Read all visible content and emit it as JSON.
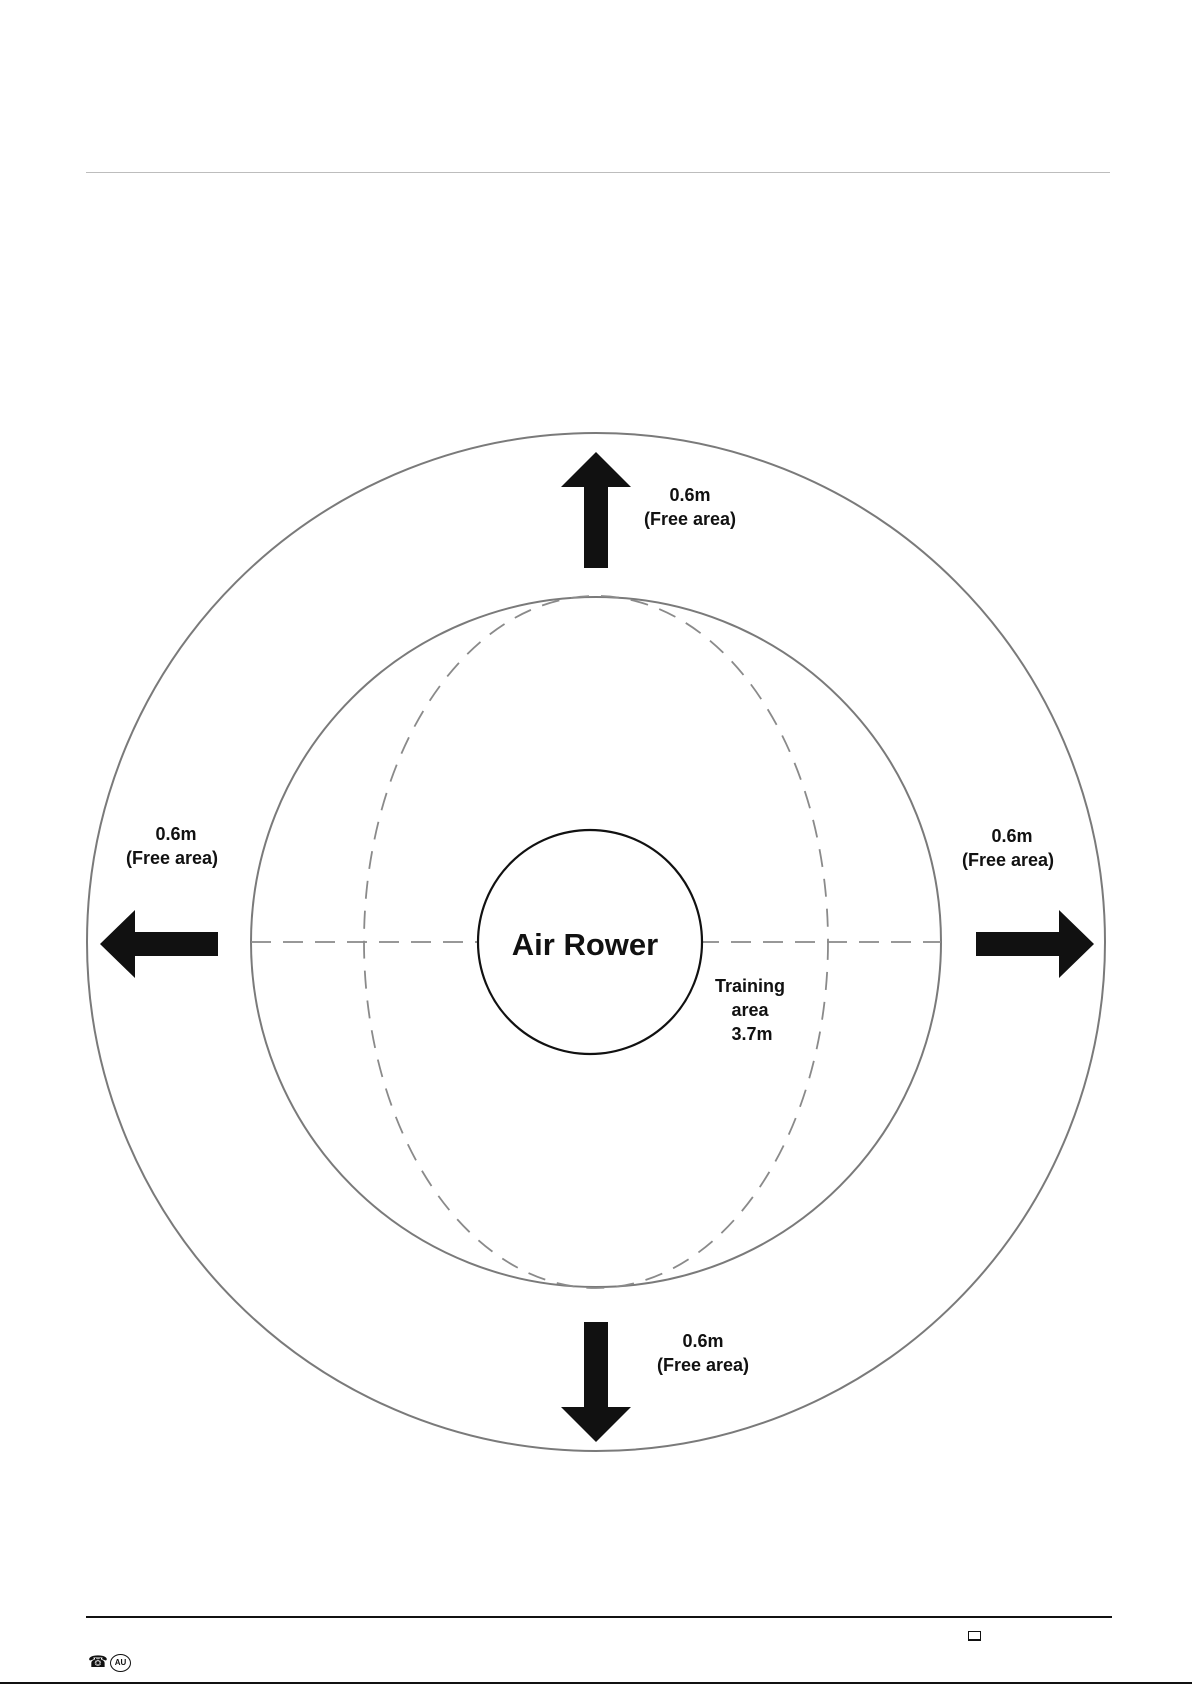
{
  "diagram": {
    "center_label": "Air Rower",
    "training_area": [
      "Training",
      "area",
      "3.7m"
    ],
    "clearances": {
      "top": {
        "distance": "0.6m",
        "note": "(Free area)"
      },
      "left": {
        "distance": "0.6m",
        "note": "(Free area)"
      },
      "right": {
        "distance": "0.6m",
        "note": "(Free area)"
      },
      "bottom": {
        "distance": "0.6m",
        "note": "(Free area)"
      }
    }
  },
  "footer": {
    "icons": [
      "phone-icon",
      "au-badge-icon",
      "laptop-icon"
    ],
    "badge_text": "AU"
  }
}
